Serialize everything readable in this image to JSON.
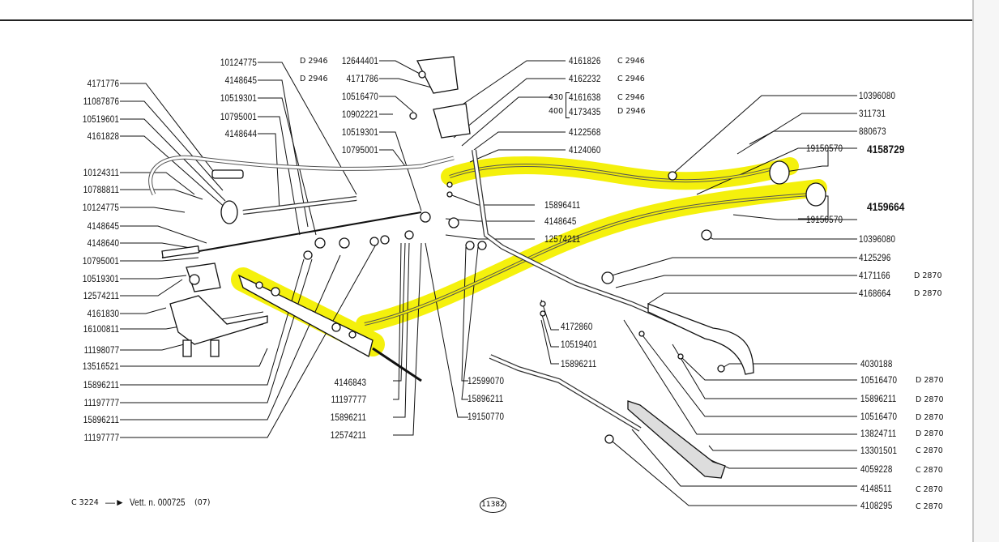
{
  "document": {
    "type": "exploded parts diagram",
    "highlight_color": "#f4f000",
    "line_color": "#111111"
  },
  "left_labels": [
    "4171776",
    "11087876",
    "10519601",
    "4161828",
    "10124311",
    "10788811",
    "10124775",
    "4148645",
    "4148640",
    "10795001",
    "10519301",
    "12574211",
    "4161830",
    "16100811",
    "11198077",
    "13516521",
    "15896211",
    "11197777",
    "15896211",
    "11197777"
  ],
  "top_left_labels": [
    "10124775",
    "4148645",
    "10519301",
    "10795001",
    "4148644"
  ],
  "top_center_labels": [
    {
      "code": "D 2946",
      "part": "12644401"
    },
    {
      "code": "D 2946",
      "part": "4171786"
    },
    {
      "code": "",
      "part": "10516470"
    },
    {
      "code": "",
      "part": "10902221"
    },
    {
      "code": "",
      "part": "10519301"
    },
    {
      "code": "",
      "part": "10795001"
    }
  ],
  "top_right_labels": [
    {
      "part": "4161826",
      "code": "C 2946",
      "prefix": ""
    },
    {
      "part": "4162232",
      "code": "C 2946",
      "prefix": ""
    },
    {
      "part": "4161638",
      "code": "C 2946",
      "prefix": "430"
    },
    {
      "part": "4173435",
      "code": "D 2946",
      "prefix": "400"
    },
    {
      "part": "4122568",
      "code": "",
      "prefix": ""
    },
    {
      "part": "4124060",
      "code": "",
      "prefix": ""
    }
  ],
  "center_labels": [
    "15896411",
    "4148645",
    "12574211"
  ],
  "far_right_labels": [
    {
      "part": "10396080",
      "code": ""
    },
    {
      "part": "311731",
      "code": ""
    },
    {
      "part": "880673",
      "code": ""
    },
    {
      "part": "19150570",
      "code": ""
    },
    {
      "part": "19150570",
      "code": ""
    },
    {
      "part": "10396080",
      "code": ""
    },
    {
      "part": "4125296",
      "code": ""
    },
    {
      "part": "4171166",
      "code": "D 2870"
    },
    {
      "part": "4168664",
      "code": "D 2870"
    },
    {
      "part": "4030188",
      "code": ""
    },
    {
      "part": "10516470",
      "code": "D 2870"
    },
    {
      "part": "15896211",
      "code": "D 2870"
    },
    {
      "part": "10516470",
      "code": "D 2870"
    },
    {
      "part": "13824711",
      "code": "D 2870"
    },
    {
      "part": "13301501",
      "code": "C 2870"
    },
    {
      "part": "4059228",
      "code": "C 2870"
    },
    {
      "part": "4148511",
      "code": "C 2870"
    },
    {
      "part": "4108295",
      "code": "C 2870"
    }
  ],
  "assemblies": [
    "4158729",
    "4159664"
  ],
  "mid_labels": [
    "4172860",
    "10519401",
    "15896211"
  ],
  "bottom_center_labels": [
    "4146843",
    "11197777",
    "15896211",
    "12574211"
  ],
  "bottom_mid_labels": [
    "12599070",
    "15896211",
    "19150770"
  ],
  "footer": {
    "code": "C 3224",
    "arrow": "—►",
    "text": "Vett. n. 000725",
    "suffix": "(07)",
    "stamp": "11382"
  }
}
